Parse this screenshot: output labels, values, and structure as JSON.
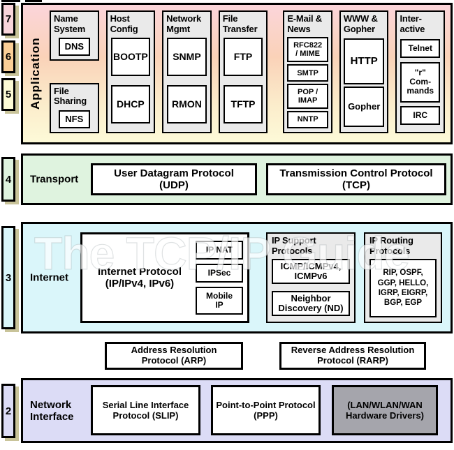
{
  "watermark": "The TCP/IP Guide",
  "layer_numbers": {
    "l7": "7",
    "l6": "6",
    "l5": "5",
    "l4": "4",
    "l3": "3",
    "l2": "2"
  },
  "colors": {
    "app_top": "#fbd5da",
    "app_bottom": "#fdfad8",
    "transport": "#dff3df",
    "internet": "#daf6fa",
    "network_interface": "#dcdcf6",
    "badge_7": "#f9d5db",
    "badge_6": "#fbcf97",
    "badge_5": "#fdfbd5",
    "group_gray": "#eaeaea",
    "hardware_gray": "#a5a5ac",
    "shadow": "#c9c49a"
  },
  "application": {
    "label": "Application",
    "name_system": {
      "title": "Name\nSystem",
      "dns": "DNS"
    },
    "file_sharing": {
      "title": "File\nSharing",
      "nfs": "NFS"
    },
    "host_config": {
      "title": "Host\nConfig",
      "bootp": "BOOTP",
      "dhcp": "DHCP"
    },
    "network_mgmt": {
      "title": "Network\nMgmt",
      "snmp": "SNMP",
      "rmon": "RMON"
    },
    "file_transfer": {
      "title": "File\nTransfer",
      "ftp": "FTP",
      "tftp": "TFTP"
    },
    "email_news": {
      "title": "E-Mail &\nNews",
      "rfc822": "RFC822\n/ MIME",
      "smtp": "SMTP",
      "pop_imap": "POP /\nIMAP",
      "nntp": "NNTP"
    },
    "www_gopher": {
      "title": "WWW &\nGopher",
      "http": "HTTP",
      "gopher": "Gopher"
    },
    "interactive": {
      "title": "Inter-\nactive",
      "telnet": "Telnet",
      "r_commands": "\"r\"\nCom-\nmands",
      "irc": "IRC"
    }
  },
  "transport": {
    "label": "Transport",
    "udp": "User Datagram Protocol\n(UDP)",
    "tcp": "Transmission Control Protocol\n(TCP)"
  },
  "internet": {
    "label": "Internet",
    "ip": "Internet Protocol\n(IP/IPv4, IPv6)",
    "ip_nat": "IP NAT",
    "ipsec": "IPSec",
    "mobile_ip": "Mobile\nIP",
    "ip_support": {
      "title": "IP Support\nProtocols",
      "icmp": "ICMP/ICMPv4,\nICMPv6",
      "nd": "Neighbor\nDiscovery (ND)"
    },
    "ip_routing": {
      "title": "IP Routing\nProtocols",
      "list": "RIP, OSPF,\nGGP, HELLO,\nIGRP, EIGRP,\nBGP, EGP"
    }
  },
  "arp_row": {
    "arp": "Address Resolution\nProtocol (ARP)",
    "rarp": "Reverse Address Resolution\nProtocol (RARP)"
  },
  "network_interface": {
    "label": "Network\nInterface",
    "slip": "Serial Line Interface\nProtocol (SLIP)",
    "ppp": "Point-to-Point Protocol\n(PPP)",
    "hardware": "(LAN/WLAN/WAN\nHardware Drivers)"
  }
}
